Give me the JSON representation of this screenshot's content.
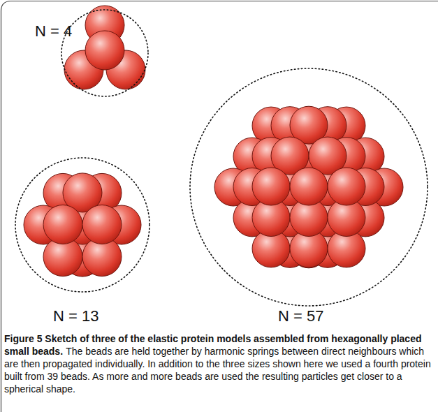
{
  "diagram": {
    "title": "Figure 5 Sketch of three of the elastic protein models assembled from hexagonally placed small beads.",
    "caption": "The beads are held together by harmonic springs between direct neighbours which are then propagated individually. In addition to the three sizes shown here we used a fourth protein built from 39 beads. As more and more beads are used the resulting particles get closer to a spherical shape.",
    "labels": [
      "N = 4",
      "N = 13",
      "N = 57"
    ]
  }
}
